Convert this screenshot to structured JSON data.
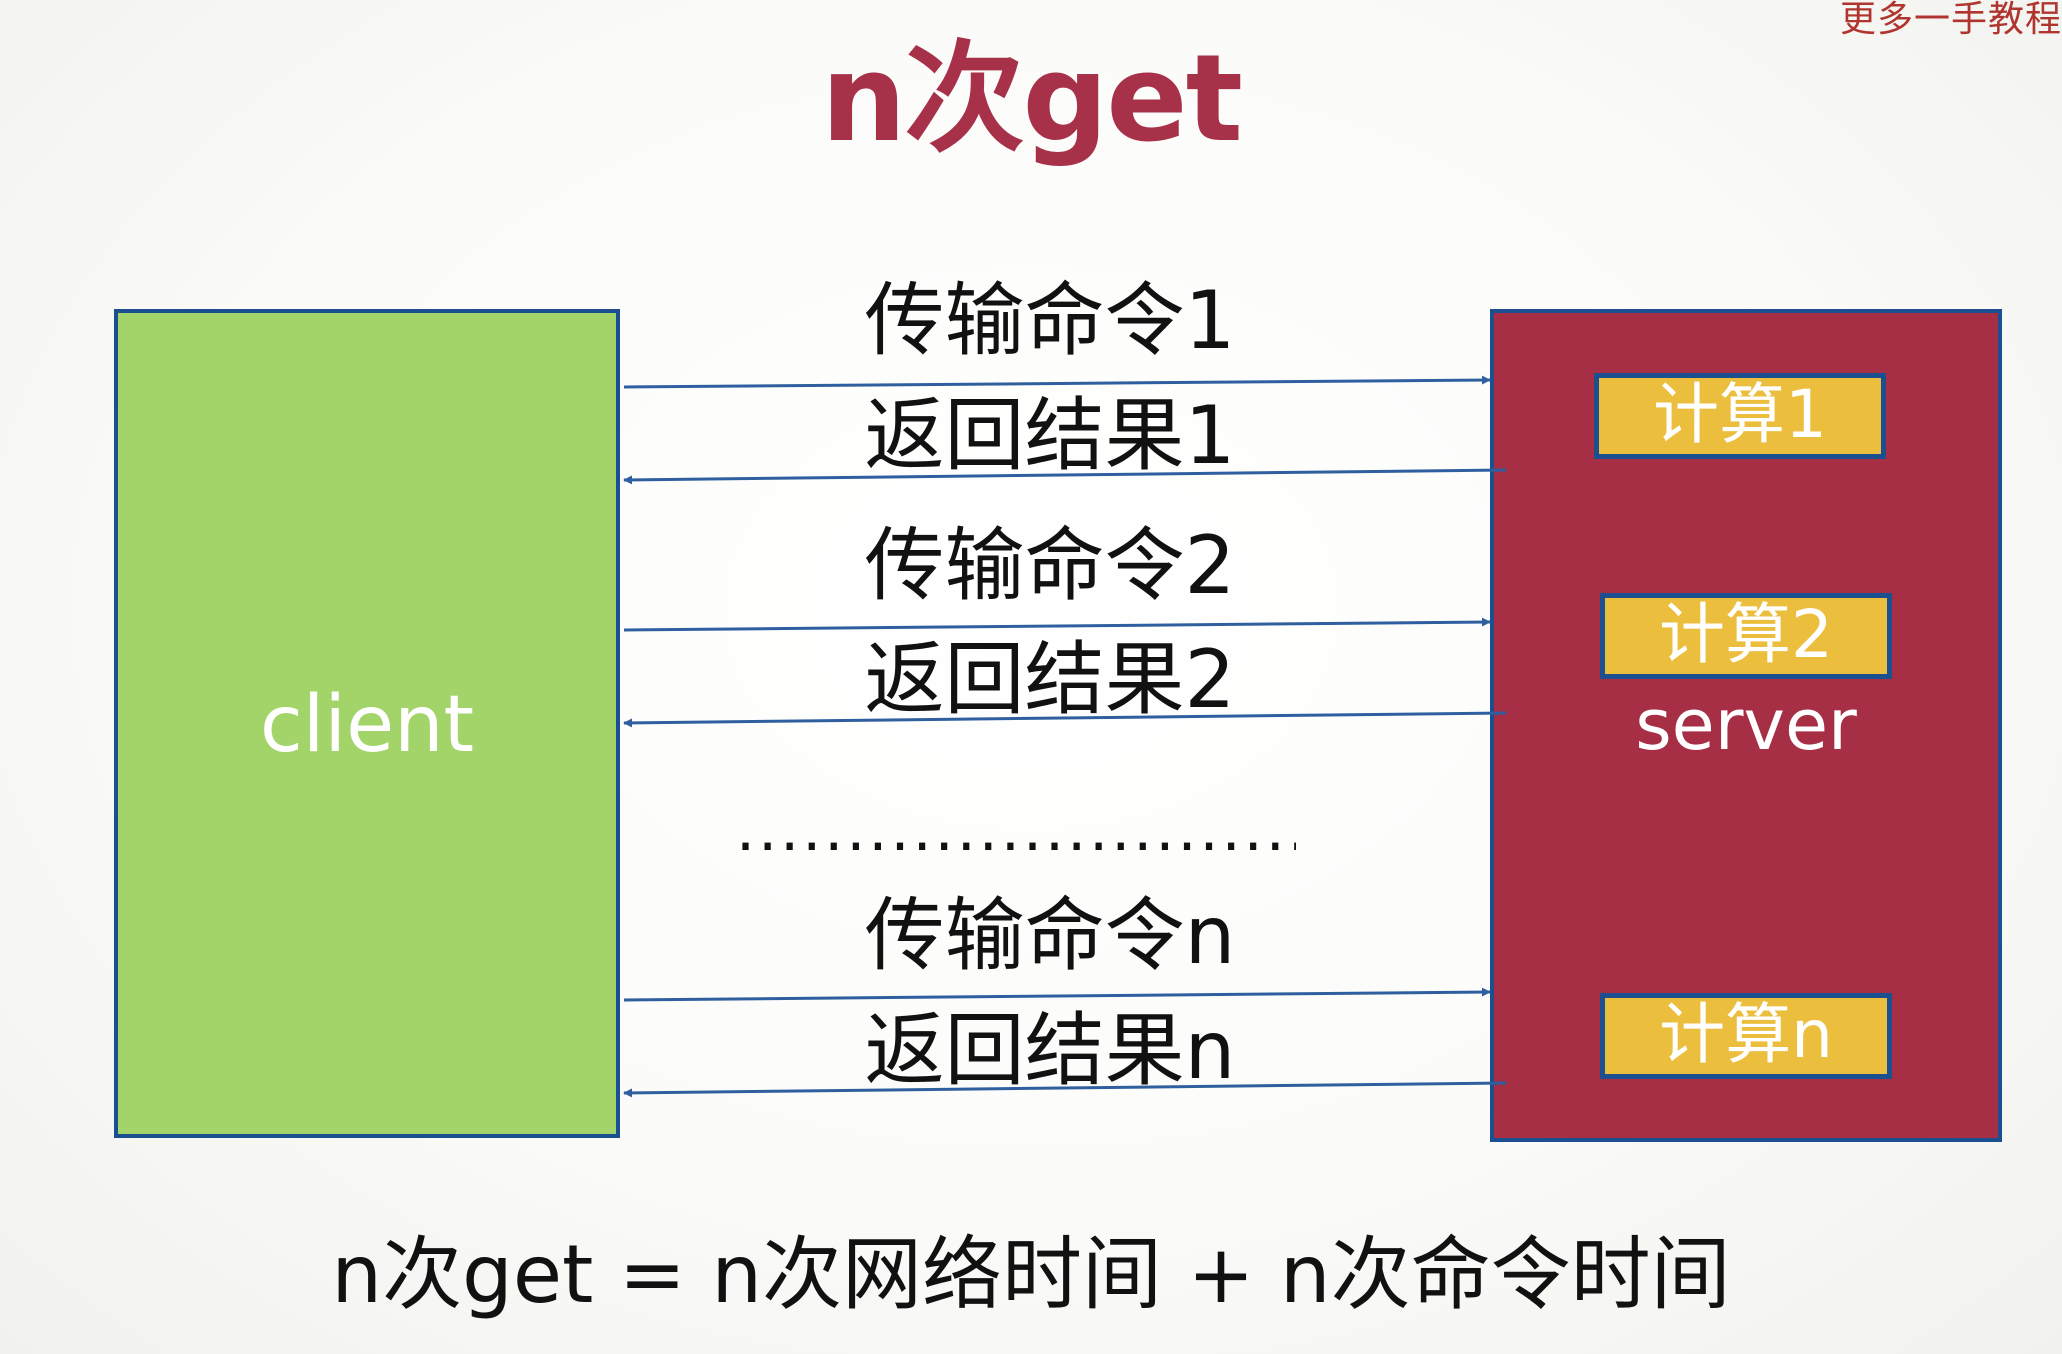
{
  "watermark": "更多一手教程",
  "title": "n次get",
  "client": {
    "label": "client"
  },
  "server": {
    "label": "server",
    "computes": [
      "计算1",
      "计算2",
      "计算n"
    ]
  },
  "messages": {
    "send_1": "传输命令1",
    "return_1": "返回结果1",
    "send_2": "传输命令2",
    "return_2": "返回结果2",
    "ellipsis": "...........................",
    "send_n": "传输命令n",
    "return_n": "返回结果n"
  },
  "formula": "n次get = n次网络时间 + n次命令时间",
  "colors": {
    "title": "#a8314a",
    "client_fill": "#a3d469",
    "server_fill": "#a62e45",
    "compute_fill": "#ecbe3e",
    "border": "#1c4f8f",
    "arrow": "#2f5f9f"
  }
}
